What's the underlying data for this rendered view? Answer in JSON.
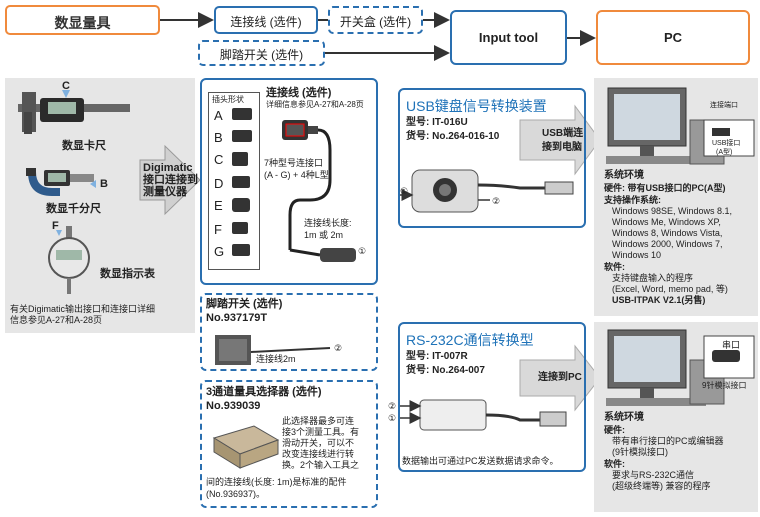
{
  "top": {
    "caliper_box": "数显量具",
    "cable_box": "连接线 (选件)",
    "switchbox_box": "开关盒 (选件)",
    "footswitch_box": "脚踏开关 (选件)",
    "input_tool_box": "Input tool",
    "pc_box": "PC"
  },
  "left": {
    "letter_c": "C",
    "letter_b": "B",
    "letter_f": "F",
    "caliper_label": "数显卡尺",
    "micrometer_label": "数显千分尺",
    "indicator_label": "数显指示表",
    "arrow_text": [
      "Digimatic",
      "接口连接到",
      "测量仪器"
    ],
    "footnote": [
      "有关Digimatic输出接口和连接口详细",
      "信息参见A-27和A-28页"
    ]
  },
  "cable": {
    "title": "连接线 (选件)",
    "subtitle": "详细信息参见A-27和A-28页",
    "plug_shape_header": "插头形状",
    "plug_letters": [
      "A",
      "B",
      "C",
      "D",
      "E",
      "F",
      "G"
    ],
    "type_note": [
      "7种型号连接口",
      "(A - G) + 4种L型"
    ],
    "length_note": [
      "连接线长度:",
      "1m 或 2m"
    ],
    "circle_1": "①"
  },
  "usb": {
    "title": "USB键盘信号转换装置",
    "model_label": "型号: IT-016U",
    "code_label": "货号: No.264-016-10",
    "arrow_text": [
      "USB端连",
      "接到电脑"
    ],
    "circle_1": "①",
    "circle_2": "②"
  },
  "pc_usb": {
    "port_label": [
      "连接端口",
      "USB接口",
      "(A型)"
    ],
    "env_title": "系统环境",
    "hw_bullet": "硬件: 带有USB接口的PC(A型)",
    "os_bullet": "支持操作系统:",
    "os_lines": [
      "Windows 98SE, Windows 8.1,",
      "Windows Me, Windows XP,",
      "Windows 8, Windows Vista,",
      "Windows 2000, Windows 7,",
      "Windows 10"
    ],
    "sw_bullet": "软件:",
    "sw_lines": [
      "支持键盘输入的程序",
      "(Excel, Word, memo pad, 等)"
    ],
    "sw_product": "USB-ITPAK V2.1(另售)"
  },
  "footswitch": {
    "title": "脚踏开关 (选件)",
    "number": "No.937179T",
    "cable_len": "连接线2m",
    "circle_2": "②"
  },
  "selector": {
    "title": "3通道量具选择器 (选件)",
    "number": "No.939039",
    "desc": [
      "此选择器最多可连",
      "接3个测量工具。有",
      "滑动开关，可以不",
      "改变连接线进行转",
      "换。2个输入工具之"
    ],
    "desc_tail": [
      "间的连接线(长度: 1m)是标准的配件",
      "(No.936937)。"
    ]
  },
  "rs232": {
    "title": "RS-232C通信转换型",
    "model_label": "型号: IT-007R",
    "code_label": "货号: No.264-007",
    "arrow_text": "连接到PC",
    "note": "数据输出可通过PC发送数据请求命令。",
    "circle_1": "①",
    "circle_2": "②"
  },
  "pc_rs": {
    "port_label": "串口",
    "pin_label": "9针模拟接口",
    "env_title": "系统环境",
    "hw_bullet": "硬件:",
    "hw_lines": [
      "带有串行接口的PC或编辑器",
      "(9针模拟接口)"
    ],
    "sw_bullet": "软件:",
    "sw_lines": [
      "要求与RS-232C通信",
      "(超级终端等) 兼容的程序"
    ]
  },
  "colors": {
    "orange": "#f08a3c",
    "blue": "#2a6fb0",
    "dark_blue": "#1a4f86",
    "gray_panel": "#e6e6e6",
    "dark_arrow": "#333333"
  }
}
